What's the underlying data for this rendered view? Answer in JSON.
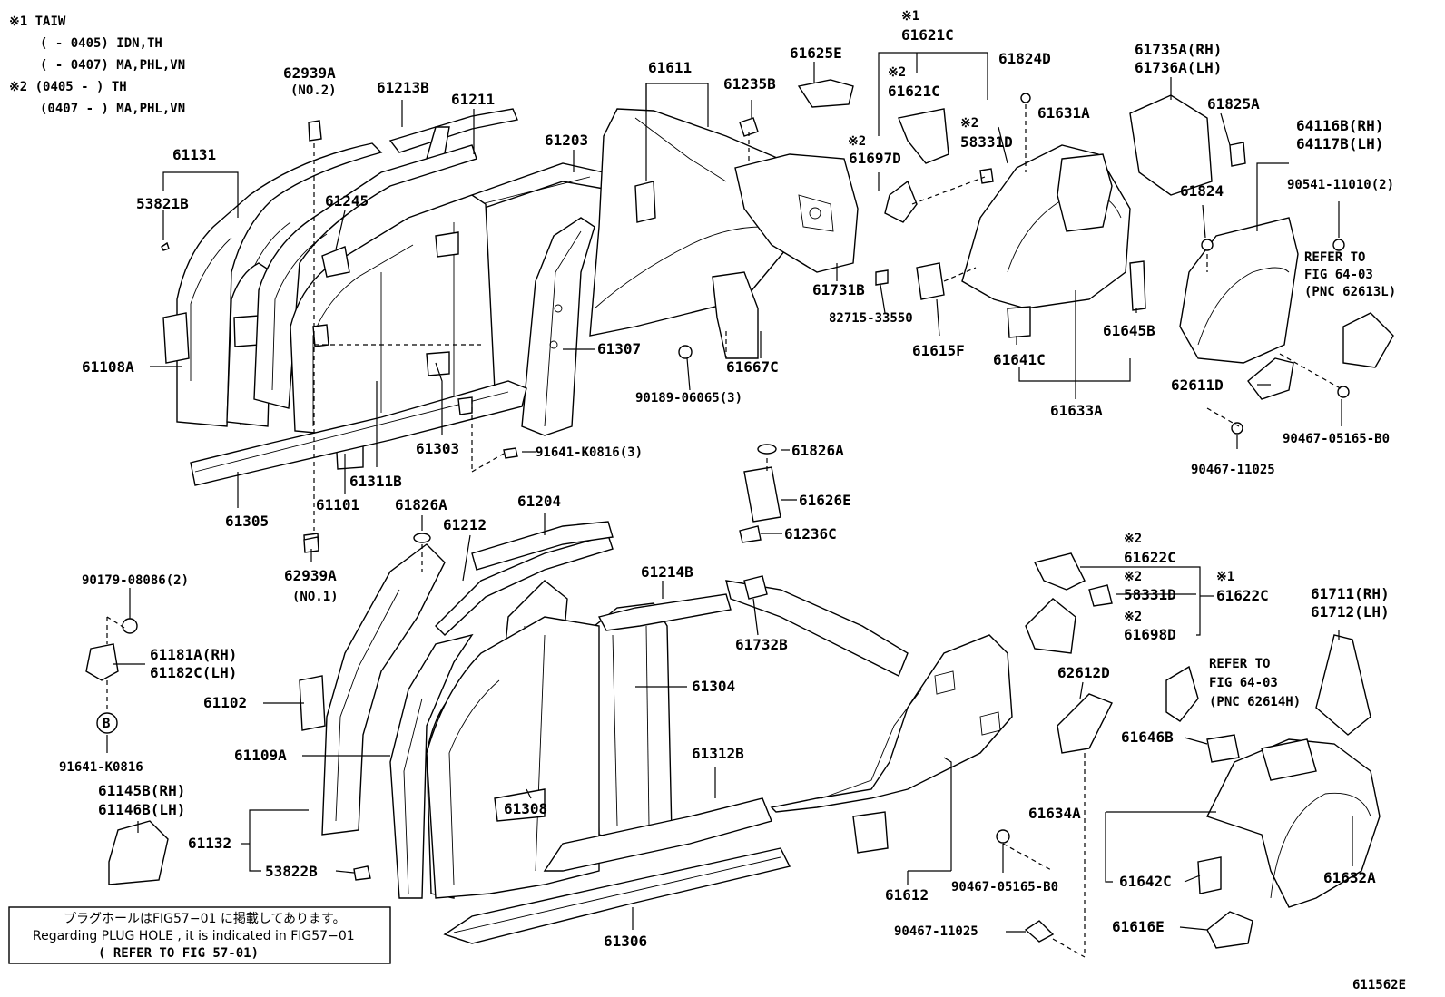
{
  "legend": {
    "n1": "※1 TAIW",
    "n1_a": "(        - 0405) IDN,TH",
    "n1_b": "(        - 0407) MA,PHL,VN",
    "n2": "※2 (0405 -        ) TH",
    "n2_b": "(0407 -        ) MA,PHL,VN"
  },
  "notice": {
    "jp": "プラグホールはFIG57−01 に掲載してあります。",
    "en": "Regarding PLUG HOLE , it is indicated in FIG57−01",
    "ref": "( REFER TO FIG 57-01)"
  },
  "figure_id": "611562E",
  "refs": {
    "r1_l1": "REFER TO",
    "r1_l2": "FIG 64-03",
    "r1_l3": "(PNC 62613L)",
    "r2_l1": "REFER TO",
    "r2_l2": "FIG 64-03",
    "r2_l3": "(PNC 62614H)"
  },
  "marks": {
    "m1": "※1",
    "m2": "※2",
    "m3": "※2",
    "m4": "※2",
    "m5": "※2",
    "m6": "※1",
    "m7": "※2",
    "m8": "※2",
    "b_circle": "B"
  },
  "parts": {
    "p61131": "61131",
    "p53821B": "53821B",
    "p61108A": "61108A",
    "p62939A_top": "62939A",
    "p62939A_top_sub": "(NO.2)",
    "p61213B": "61213B",
    "p61211": "61211",
    "p61245": "61245",
    "p61203": "61203",
    "p61611": "61611",
    "p61235B": "61235B",
    "p61625E": "61625E",
    "p61307": "61307",
    "p61303": "61303",
    "p61311B": "61311B",
    "p61101": "61101",
    "p61305": "61305",
    "p91641_3": "91641-K0816(3)",
    "p90189": "90189-06065(3)",
    "p61667C": "61667C",
    "p61731B": "61731B",
    "p82715": "82715-33550",
    "p61621C_a": "61621C",
    "p61621C_b": "61621C",
    "p61697D": "61697D",
    "p58331D_a": "58331D",
    "p61824D": "61824D",
    "p61631A": "61631A",
    "p61615F": "61615F",
    "p61641C": "61641C",
    "p61645B": "61645B",
    "p61633A": "61633A",
    "p61735A": "61735A(RH)",
    "p61736A": "61736A(LH)",
    "p61825A": "61825A",
    "p64116B": "64116B(RH)",
    "p64117B": "64117B(LH)",
    "p90541": "90541-11010(2)",
    "p61824": "61824",
    "p62611D": "62611D",
    "p90467_b0_top": "90467-05165-B0",
    "p90467_11025_top": "90467-11025",
    "p62939A_bot": "62939A",
    "p62939A_bot_sub": "(NO.1)",
    "p61826A_left": "61826A",
    "p61212": "61212",
    "p61204": "61204",
    "p61826A_right": "61826A",
    "p61626E": "61626E",
    "p61236C": "61236C",
    "p90179": "90179-08086(2)",
    "p61181A": "61181A(RH)",
    "p61182C": "61182C(LH)",
    "p91641": "91641-K0816",
    "p61102": "61102",
    "p61109A": "61109A",
    "p61145B": "61145B(RH)",
    "p61146B": "61146B(LH)",
    "p61132": "61132",
    "p53822B": "53822B",
    "p61214B": "61214B",
    "p61732B": "61732B",
    "p61304": "61304",
    "p61312B": "61312B",
    "p61308": "61308",
    "p61306": "61306",
    "p61612": "61612",
    "p61622C_a": "61622C",
    "p58331D_b": "58331D",
    "p61622C_b": "61622C",
    "p61698D": "61698D",
    "p62612D": "62612D",
    "p61711": "61711(RH)",
    "p61712": "61712(LH)",
    "p61646B": "61646B",
    "p61634A": "61634A",
    "p61642C": "61642C",
    "p61632A": "61632A",
    "p61616E": "61616E",
    "p90467_b0_bot": "90467-05165-B0",
    "p90467_11025_bot": "90467-11025"
  }
}
